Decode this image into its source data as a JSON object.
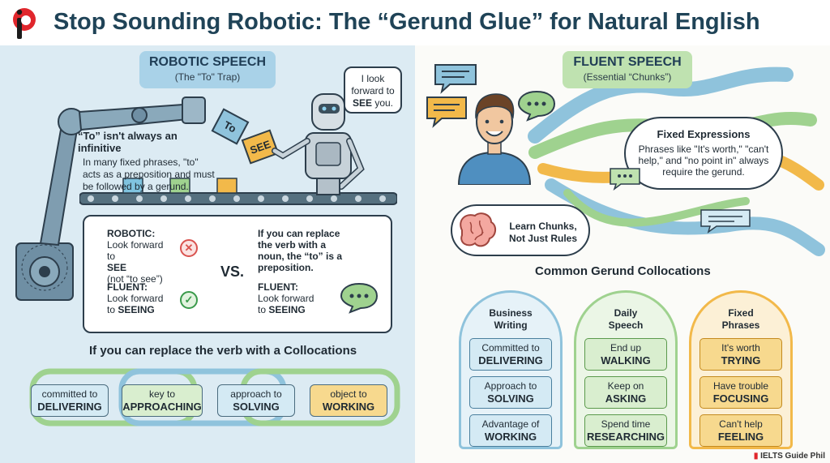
{
  "header": {
    "title": "Stop Sounding Robotic: The “Gerund Glue” for Natural English"
  },
  "robotic": {
    "label_title": "ROBOTIC SPEECH",
    "label_sub": "(The \"To\" Trap)",
    "robot_bubble_line1": "I look",
    "robot_bubble_line2": "forward to",
    "robot_bubble_see": "SEE",
    "robot_bubble_end": "you.",
    "block_to": "To",
    "block_see": "SEE",
    "note_head": "“To” isn't always an infinitive",
    "note_body": "In many fixed phrases, \"to\" acts as a preposition and must be followed by a gerund."
  },
  "comparison": {
    "robotic_label": "ROBOTIC:",
    "robotic_line1": "Look forward",
    "robotic_line2": "to",
    "robotic_word": "SEE",
    "robotic_note": "(not “to see”)",
    "fluent_label": "FLUENT:",
    "fluent_line1": "Look forward",
    "fluent_line2": "to",
    "fluent_word": "SEEING",
    "vs": "VS.",
    "rule": "If you can replace the verb with a noun, the “to” is a preposition.",
    "fluent2_label": "FLUENT:",
    "fluent2_line1": "Look forward",
    "fluent2_line2": "to",
    "fluent2_word": "SEEING"
  },
  "collocations_left": {
    "heading": "If you can replace the verb with a Collocations",
    "chips": [
      {
        "top": "committed to",
        "word": "DELIVERING"
      },
      {
        "top": "key to",
        "word": "APPROACHING"
      },
      {
        "top": "approach to",
        "word": "SOLVING"
      },
      {
        "top": "object to",
        "word": "WORKING"
      }
    ]
  },
  "fluent": {
    "label_title": "FLUENT SPEECH",
    "label_sub": "(Essential “Chunks”)",
    "fixed_head": "Fixed Expressions",
    "fixed_body": "Phrases like \"It's worth,\" \"can't help,\" and \"no point in\" always require the gerund.",
    "learn_line1": "Learn Chunks,",
    "learn_line2": "Not Just Rules"
  },
  "gerund_collocations": {
    "heading": "Common Gerund Collocations",
    "columns": [
      {
        "title_line1": "Business",
        "title_line2": "Writing",
        "items": [
          {
            "top": "Committed to",
            "word": "DELIVERING"
          },
          {
            "top": "Approach to",
            "word": "SOLVING"
          },
          {
            "top": "Advantage of",
            "word": "WORKING"
          }
        ]
      },
      {
        "title_line1": "Daily",
        "title_line2": "Speech",
        "items": [
          {
            "top": "End up",
            "word": "WALKING"
          },
          {
            "top": "Keep on",
            "word": "ASKING"
          },
          {
            "top": "Spend time",
            "word": "RESEARCHING"
          }
        ]
      },
      {
        "title_line1": "Fixed",
        "title_line2": "Phrases",
        "items": [
          {
            "top": "It's worth",
            "word": "TRYING"
          },
          {
            "top": "Have trouble",
            "word": "FOCUSING"
          },
          {
            "top": "Can't help",
            "word": "FEELING"
          }
        ]
      }
    ]
  },
  "watermark": "IELTS Guide Phil",
  "colors": {
    "title": "#1f4357",
    "left_bg": "#dcebf3",
    "right_bg": "#fbfbf8",
    "blue": "#8fc3dc",
    "green": "#9fd28f",
    "orange": "#f2b94a",
    "red": "#d9534f",
    "brand_red": "#e0262c"
  },
  "icons": [
    "logo-icon",
    "robot-arm-icon",
    "robot-icon",
    "conveyor-icon",
    "cross-icon",
    "check-icon",
    "speech-bubble-icon",
    "person-icon",
    "brain-icon"
  ]
}
